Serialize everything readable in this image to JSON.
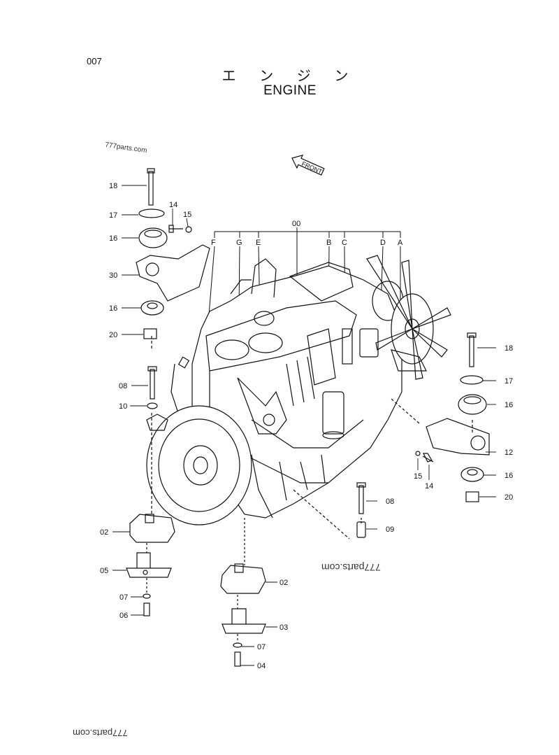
{
  "page_number": "007",
  "title_jp": "エ ン ジ ン",
  "title_en": "ENGINE",
  "watermarks": [
    "777parts.com",
    "777parts.com",
    "777parts.com"
  ],
  "front_label": "FRONT",
  "callouts": {
    "assembly": "00",
    "letters": [
      "F",
      "G",
      "E",
      "B",
      "C",
      "D",
      "A"
    ],
    "left_mount": [
      "18",
      "17",
      "14",
      "15",
      "16",
      "30",
      "16",
      "20",
      "08",
      "10"
    ],
    "right_mount": [
      "18",
      "17",
      "16",
      "12",
      "15",
      "14",
      "16",
      "20",
      "08",
      "09"
    ],
    "bottom_left": [
      "02",
      "05",
      "07",
      "06"
    ],
    "bottom_center": [
      "02",
      "03",
      "07",
      "04"
    ]
  },
  "colors": {
    "ink": "#111111",
    "paper": "#ffffff"
  }
}
